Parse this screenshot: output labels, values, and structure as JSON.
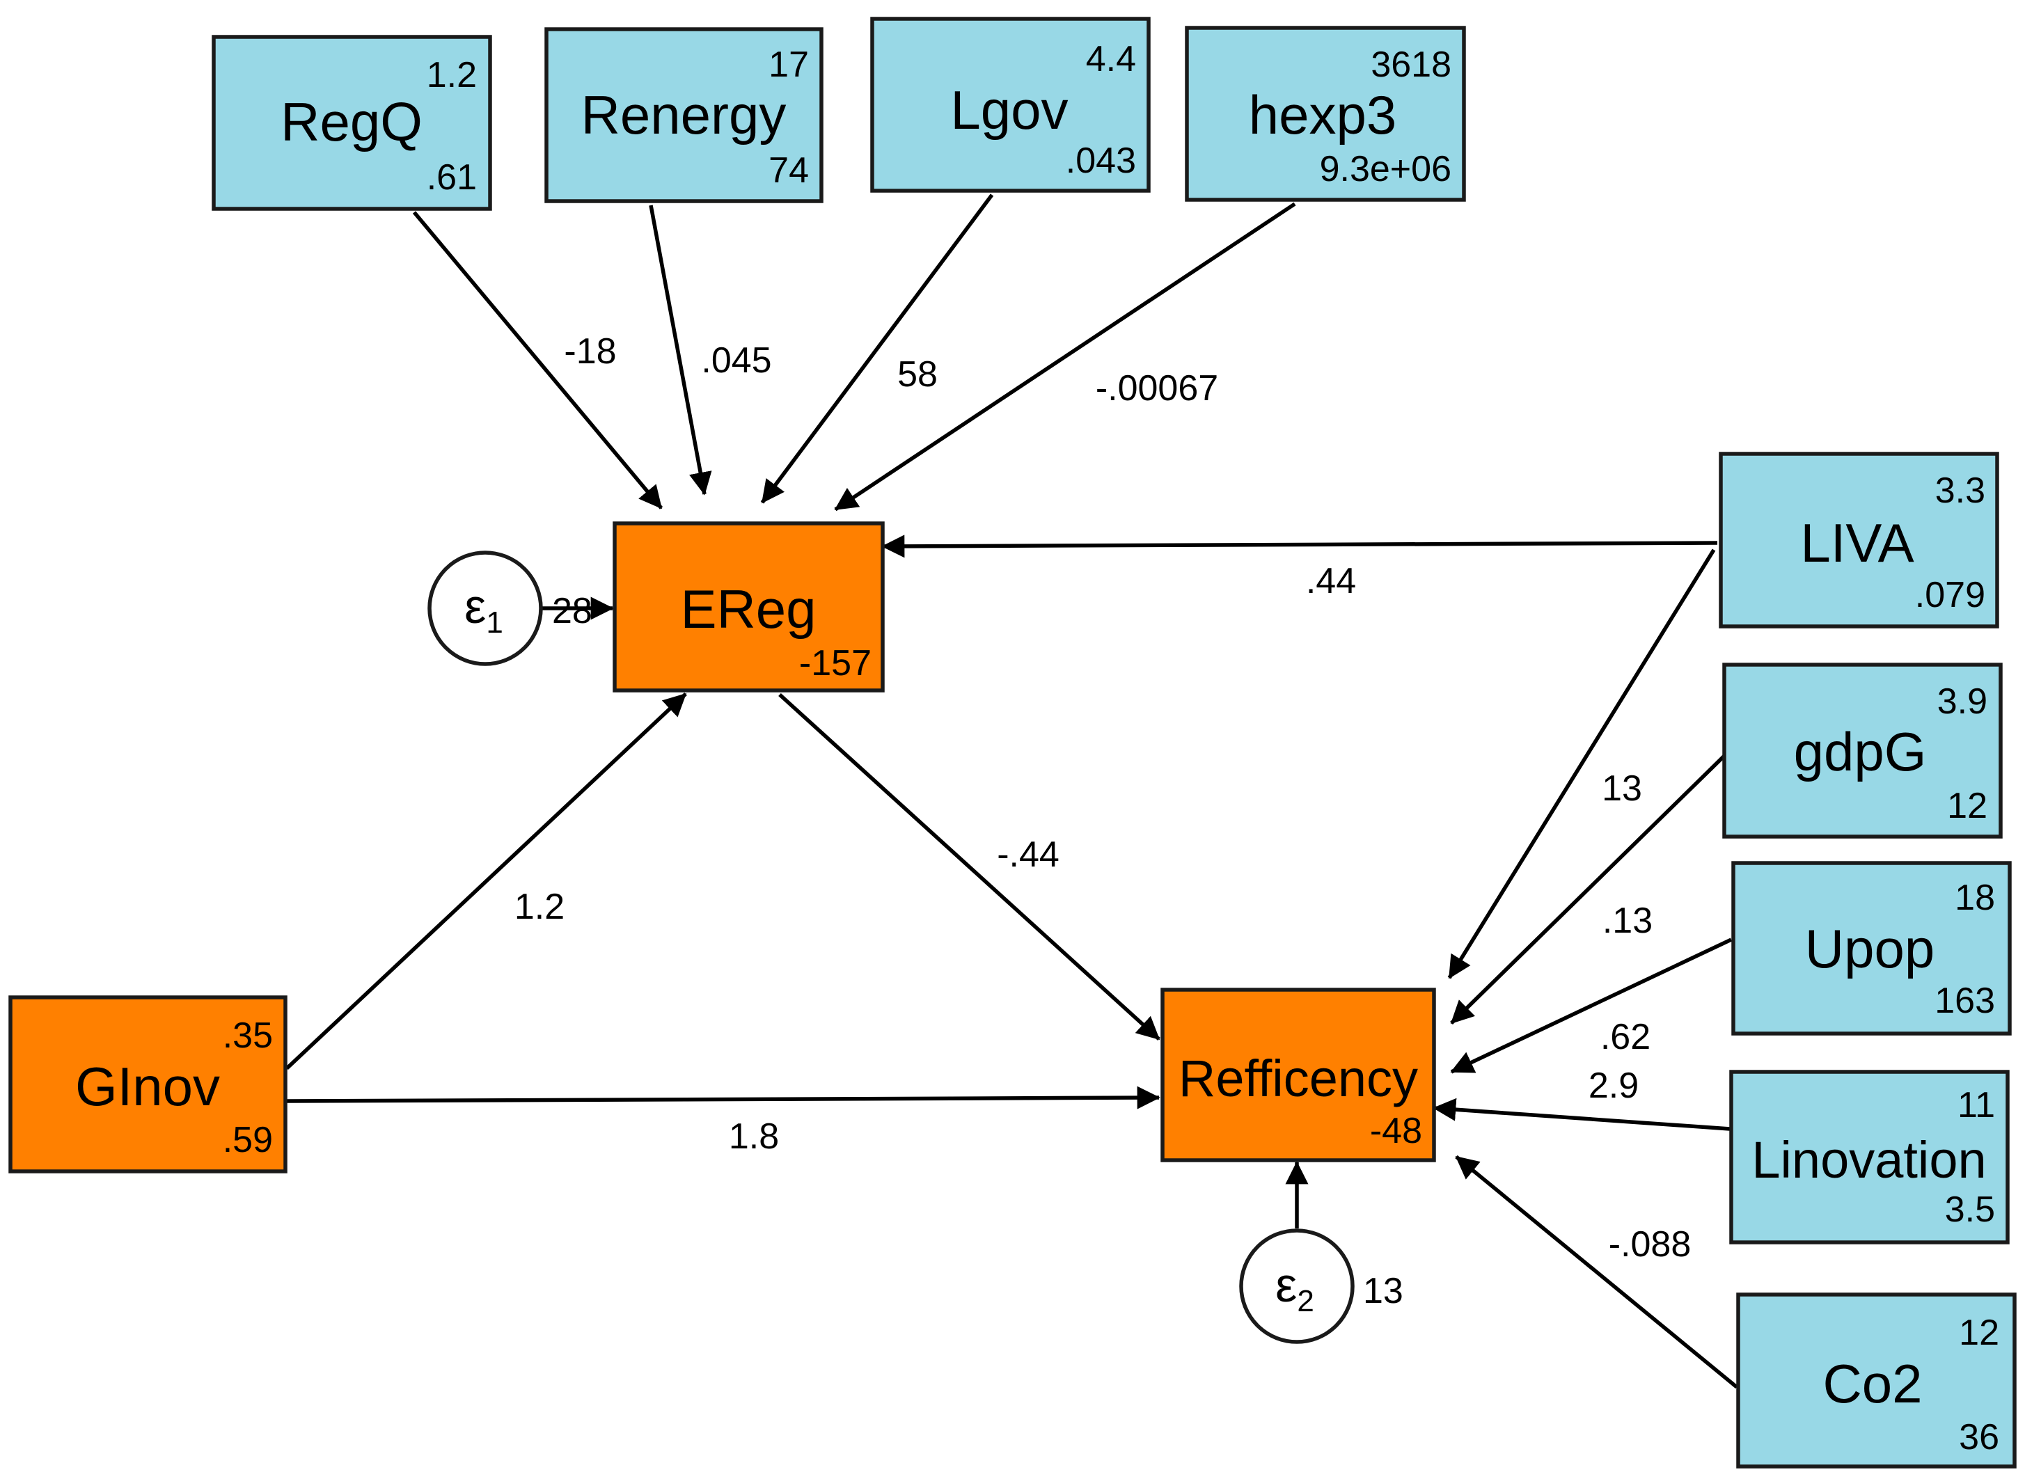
{
  "colors": {
    "exogenous_fill": "#98d8e6",
    "endogenous_fill": "#ff8000",
    "stroke": "#1a1a1a",
    "arrow": "#000000"
  },
  "nodes": {
    "regq": {
      "label": "RegQ",
      "top": "1.2",
      "bottom": ".61"
    },
    "renergy": {
      "label": "Renergy",
      "top": "17",
      "bottom": "74"
    },
    "lgov": {
      "label": "Lgov",
      "top": "4.4",
      "bottom": ".043"
    },
    "hexp3": {
      "label": "hexp3",
      "top": "3618",
      "bottom": "9.3e+06"
    },
    "liva": {
      "label": "LIVA",
      "top": "3.3",
      "bottom": ".079"
    },
    "gdpg": {
      "label": "gdpG",
      "top": "3.9",
      "bottom": "12"
    },
    "upop": {
      "label": "Upop",
      "top": "18",
      "bottom": "163"
    },
    "linovation": {
      "label": "Linovation",
      "top": "11",
      "bottom": "3.5"
    },
    "co2": {
      "label": "Co2",
      "top": "12",
      "bottom": "36"
    },
    "ginov": {
      "label": "GInov",
      "top": ".35",
      "bottom": ".59"
    },
    "ereg": {
      "label": "EReg",
      "bottom": "-157"
    },
    "refficency": {
      "label": "Refficency",
      "bottom": "-48"
    }
  },
  "errors": {
    "e1": {
      "symbol": "ε",
      "sub": "1",
      "variance": "28"
    },
    "e2": {
      "symbol": "ε",
      "sub": "2",
      "variance": "13"
    }
  },
  "paths": {
    "regq_ereg": "-18",
    "renergy_ereg": ".045",
    "lgov_ereg": "58",
    "hexp3_ereg": "-.00067",
    "liva_ereg": ".44",
    "ginov_ereg": "1.2",
    "ereg_refficency": "-.44",
    "ginov_refficency": "1.8",
    "liva_refficency": "13",
    "gdpg_refficency": ".13",
    "upop_refficency": ".62",
    "linovation_refficency": "2.9",
    "co2_refficency": "-.088"
  }
}
